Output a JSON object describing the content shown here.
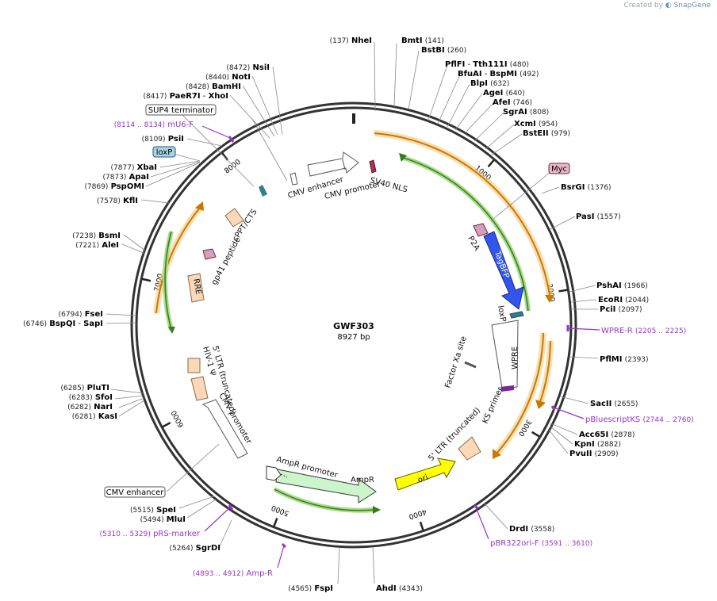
{
  "header": {
    "created_by": "Created by",
    "brand": "SnapGene"
  },
  "plasmid": {
    "name": "GWF303",
    "size_label": "8927 bp",
    "total": 8927
  },
  "colors": {
    "ring": "#333333",
    "orange": "#f0a030",
    "green": "#66bb33",
    "tagbfp": "#3355ee",
    "ori": "#ffff00",
    "ampr": "#ccf5cc",
    "ltr": "#fad8b8",
    "primer": "#9933cc",
    "loxp_fill": "#a8d4e6",
    "myc_fill": "#e6b8c4",
    "line": "#888888"
  },
  "ticks": [
    {
      "label": "1000",
      "bp": 1000
    },
    {
      "label": "2000",
      "bp": 2000
    },
    {
      "label": "3000",
      "bp": 3000
    },
    {
      "label": "4000",
      "bp": 4000
    },
    {
      "label": "5000",
      "bp": 5000
    },
    {
      "label": "6000",
      "bp": 6000
    },
    {
      "label": "7000",
      "bp": 7000
    },
    {
      "label": "8000",
      "bp": 8000
    }
  ],
  "sites": [
    {
      "name": "NheI",
      "pos": "(137)",
      "lpos": "left"
    },
    {
      "name": "BmtI",
      "pos": "(141)",
      "lpos": "right"
    },
    {
      "name": "BstBI",
      "pos": "(260)",
      "lpos": "right"
    },
    {
      "name": "PflFI",
      "alt": "Tth111I",
      "pos": "(480)",
      "lpos": "right"
    },
    {
      "name": "BfuAI",
      "alt": "BspMI",
      "pos": "(492)",
      "lpos": "right"
    },
    {
      "name": "BlpI",
      "pos": "(632)",
      "lpos": "right"
    },
    {
      "name": "AgeI",
      "pos": "(640)",
      "lpos": "right"
    },
    {
      "name": "AfeI",
      "pos": "(746)",
      "lpos": "right"
    },
    {
      "name": "SgrAI",
      "pos": "(808)",
      "lpos": "right"
    },
    {
      "name": "XcmI",
      "pos": "(954)",
      "lpos": "right"
    },
    {
      "name": "BstEII",
      "pos": "(979)",
      "lpos": "right"
    },
    {
      "name": "BsrGI",
      "pos": "(1376)",
      "lpos": "right"
    },
    {
      "name": "PasI",
      "pos": "(1557)",
      "lpos": "right"
    },
    {
      "name": "PshAI",
      "pos": "(1966)",
      "lpos": "right"
    },
    {
      "name": "EcoRI",
      "pos": "(2044)",
      "lpos": "right"
    },
    {
      "name": "PciI",
      "pos": "(2097)",
      "lpos": "right"
    },
    {
      "name": "PflMI",
      "pos": "(2393)",
      "lpos": "right"
    },
    {
      "name": "SacII",
      "pos": "(2655)",
      "lpos": "right"
    },
    {
      "name": "Acc65I",
      "pos": "(2878)",
      "lpos": "right"
    },
    {
      "name": "KpnI",
      "pos": "(2882)",
      "lpos": "right"
    },
    {
      "name": "PvuII",
      "pos": "(2909)",
      "lpos": "right"
    },
    {
      "name": "DrdI",
      "pos": "(3558)",
      "lpos": "right"
    },
    {
      "name": "AhdI",
      "pos": "(4343)",
      "lpos": "right"
    },
    {
      "name": "FspI",
      "pos": "(4565)",
      "lpos": "left"
    },
    {
      "name": "SgrDI",
      "pos": "(5264)",
      "lpos": "left"
    },
    {
      "name": "MluI",
      "pos": "(5494)",
      "lpos": "left"
    },
    {
      "name": "SpeI",
      "pos": "(5515)",
      "lpos": "left"
    },
    {
      "name": "KasI",
      "pos": "(6281)",
      "lpos": "left"
    },
    {
      "name": "NarI",
      "pos": "(6282)",
      "lpos": "left"
    },
    {
      "name": "SfoI",
      "pos": "(6283)",
      "lpos": "left"
    },
    {
      "name": "PluTI",
      "pos": "(6285)",
      "lpos": "left"
    },
    {
      "name": "BspQI",
      "alt": "SapI",
      "pos": "(6746)",
      "lpos": "left"
    },
    {
      "name": "FseI",
      "pos": "(6794)",
      "lpos": "left"
    },
    {
      "name": "AleI",
      "pos": "(7221)",
      "lpos": "left"
    },
    {
      "name": "BsmI",
      "pos": "(7238)",
      "lpos": "left"
    },
    {
      "name": "KflI",
      "pos": "(7578)",
      "lpos": "left"
    },
    {
      "name": "PspOMI",
      "pos": "(7869)",
      "lpos": "left"
    },
    {
      "name": "ApaI",
      "pos": "(7873)",
      "lpos": "left"
    },
    {
      "name": "XbaI",
      "pos": "(7877)",
      "lpos": "left"
    },
    {
      "name": "PsiI",
      "pos": "(8109)",
      "lpos": "left"
    },
    {
      "name": "PaeR7I",
      "alt": "XhoI",
      "pos": "(8417)",
      "lpos": "left"
    },
    {
      "name": "BamHI",
      "pos": "(8428)",
      "lpos": "left"
    },
    {
      "name": "NotI",
      "pos": "(8440)",
      "lpos": "left"
    },
    {
      "name": "NsiI",
      "pos": "(8472)",
      "lpos": "left"
    }
  ],
  "primers": [
    {
      "name": "WPRE-R",
      "range": "(2205 .. 2225)"
    },
    {
      "name": "pBluescriptKS",
      "range": "(2744 .. 2760)"
    },
    {
      "name": "pBR322ori-F",
      "range": "(3591 .. 3610)"
    },
    {
      "name": "Amp-R",
      "range": "(4893 .. 4912)"
    },
    {
      "name": "pRS-marker",
      "range": "(5310 .. 5329)"
    },
    {
      "name": "mU6-F",
      "range": "(8114 .. 8134)"
    }
  ],
  "boxed_labels": [
    {
      "id": "myc",
      "text": "Myc"
    },
    {
      "id": "loxp_out",
      "text": "loxP"
    },
    {
      "id": "sup4",
      "text": "SUP4 terminator"
    },
    {
      "id": "cmv_out",
      "text": "CMV enhancer"
    }
  ],
  "inner_labels": {
    "cmv_enhancer_top": "CMV enhancer",
    "cmv_promoter_top": "CMV promoter",
    "sv40": "SV40 NLS",
    "p2a": "P2A",
    "tagbfp": "TagBFP",
    "loxp_in": "loxP",
    "wpre": "WPRE",
    "factor_xa": "Factor Xa site",
    "ks_primer": "KS primer",
    "ltr5_right": "5' LTR (truncated)",
    "ori": "ori",
    "ampr": "AmpR",
    "ampr_promoter": "AmpR promoter",
    "cmv_promoter_left": "CMV promoter",
    "ltr5_left": "5' LTR (truncated)",
    "hiv_psi": "HIV-1 Ψ",
    "rre": "RRE",
    "gp41": "gp41 peptide",
    "cppt": "cPPT/CTS"
  }
}
